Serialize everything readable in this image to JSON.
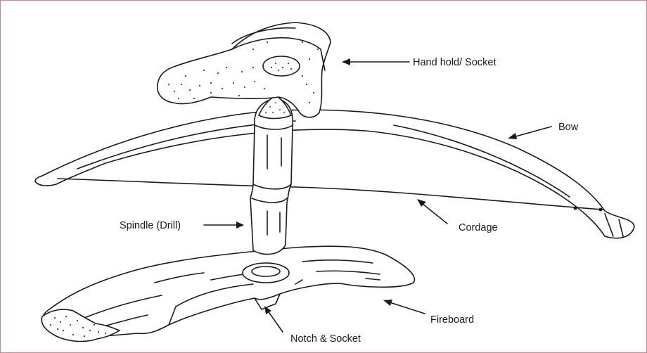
{
  "diagram": {
    "labels": {
      "handhold": "Hand hold/ Socket",
      "bow": "Bow",
      "cordage": "Cordage",
      "spindle": "Spindle (Drill)",
      "fireboard": "Fireboard",
      "notch": "Notch & Socket"
    },
    "colors": {
      "ink": "#1a1a1a",
      "border": "#d9848c",
      "background": "#ffffff"
    }
  }
}
